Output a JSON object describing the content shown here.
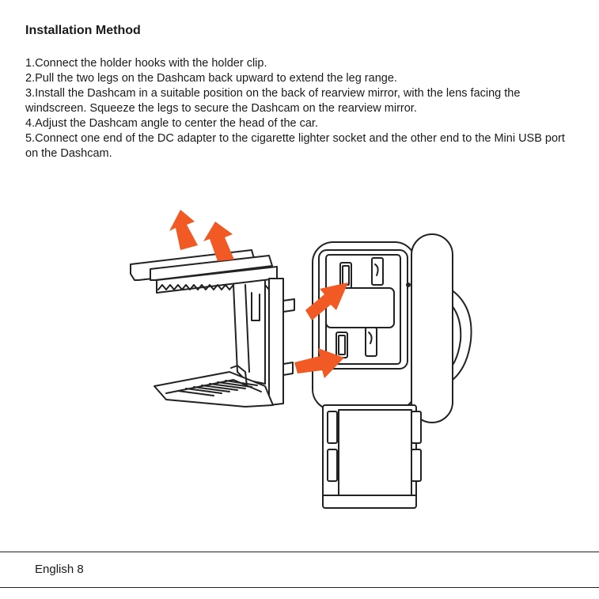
{
  "title": "Installation Method",
  "steps": [
    "1.Connect the holder hooks with the holder clip.",
    "2.Pull the two legs on the Dashcam back upward to extend the leg range.",
    "3.Install the Dashcam in a suitable position on the back of rearview mirror, with the lens facing the windscreen. Squeeze the legs to secure the Dashcam on the rearview mirror.",
    "4.Adjust the Dashcam angle to center the head of the car.",
    "5.Connect one end of the DC adapter to the cigarette lighter socket and the other end to the Mini USB port on the Dashcam."
  ],
  "footer": {
    "page_label": "English 8"
  },
  "colors": {
    "arrow": "#f15a24",
    "line": "#222222"
  },
  "icons": [
    "holder-clip-illustration",
    "dashcam-back-illustration",
    "direction-arrow-icon"
  ]
}
